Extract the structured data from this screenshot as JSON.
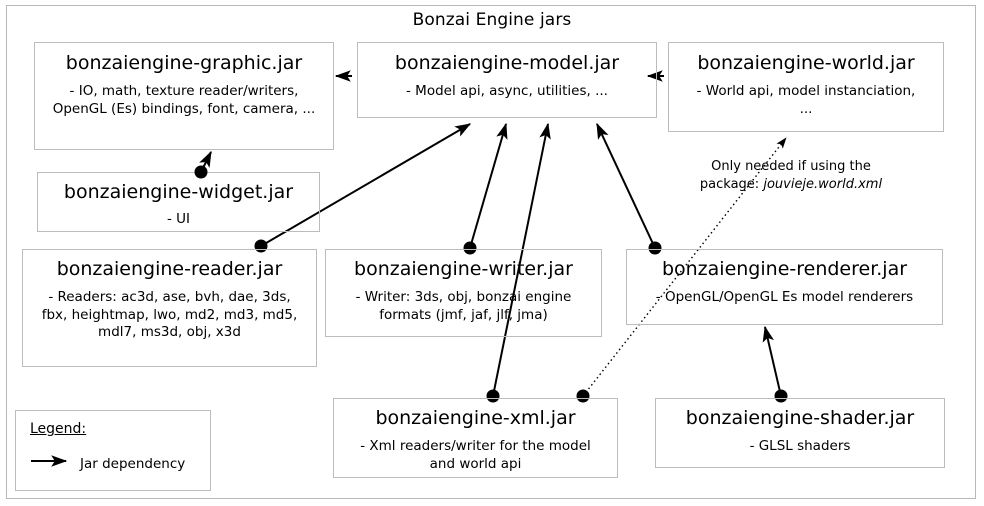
{
  "diagram": {
    "title": "Bonzai Engine jars",
    "nodes": [
      {
        "id": "graphic",
        "title": "bonzaiengine-graphic.jar",
        "desc": "- IO, math, texture reader/writers, OpenGL (Es) bindings,  font, camera, ..."
      },
      {
        "id": "model",
        "title": "bonzaiengine-model.jar",
        "desc": "- Model api, async, utilities, ..."
      },
      {
        "id": "world",
        "title": "bonzaiengine-world.jar",
        "desc": "- World api, model instanciation, ..."
      },
      {
        "id": "widget",
        "title": "bonzaiengine-widget.jar",
        "desc": "- UI"
      },
      {
        "id": "reader",
        "title": "bonzaiengine-reader.jar",
        "desc": "- Readers: ac3d, ase, bvh, dae, 3ds, fbx, heightmap, lwo, md2, md3, md5, mdl7, ms3d, obj, x3d"
      },
      {
        "id": "writer",
        "title": "bonzaiengine-writer.jar",
        "desc": "- Writer: 3ds, obj, bonzai engine formats (jmf, jaf, jlf, jma)"
      },
      {
        "id": "renderer",
        "title": "bonzaiengine-renderer.jar",
        "desc": "- OpenGL/OpenGL Es model renderers"
      },
      {
        "id": "xml",
        "title": "bonzaiengine-xml.jar",
        "desc": "- Xml readers/writer for the model and world api"
      },
      {
        "id": "shader",
        "title": "bonzaiengine-shader.jar",
        "desc": "- GLSL shaders"
      }
    ],
    "annotation": {
      "line1": "Only needed if using the",
      "line2_prefix": "package: ",
      "line2_package": "jouvieje.world.xml"
    },
    "legend": {
      "title": "Legend:",
      "entry_label": "Jar dependency"
    },
    "edges": [
      {
        "from": "model",
        "to": "graphic",
        "style": "solid"
      },
      {
        "from": "world",
        "to": "model",
        "style": "solid"
      },
      {
        "from": "widget",
        "to": "graphic",
        "style": "solid"
      },
      {
        "from": "reader",
        "to": "model",
        "style": "solid"
      },
      {
        "from": "writer",
        "to": "model",
        "style": "solid"
      },
      {
        "from": "renderer",
        "to": "model",
        "style": "solid"
      },
      {
        "from": "xml",
        "to": "model",
        "style": "solid"
      },
      {
        "from": "xml",
        "to": "world",
        "style": "dotted"
      },
      {
        "from": "shader",
        "to": "renderer",
        "style": "solid"
      }
    ],
    "colors": {
      "box_border": "#bcbcbc",
      "edge": "#000000",
      "background": "#ffffff"
    }
  }
}
